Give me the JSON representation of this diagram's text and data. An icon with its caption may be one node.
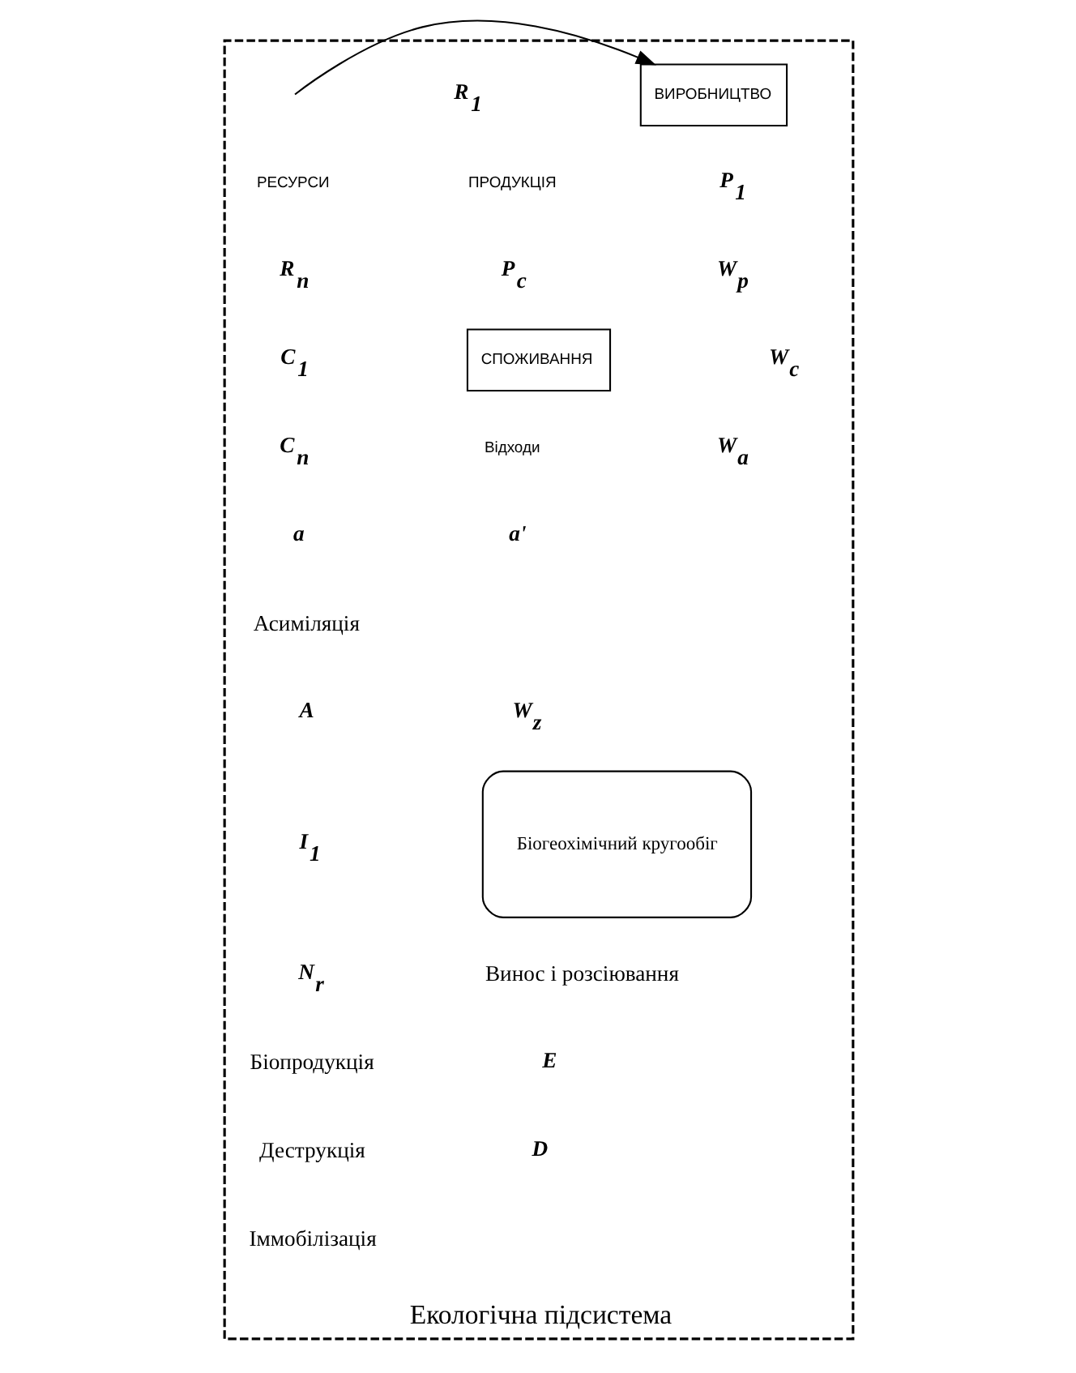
{
  "diagram": {
    "nodes": [
      {
        "text": [
          "Екологічна підсистема"
        ]
      },
      {
        "text": [
          "ВИРОБНИЦТВО"
        ],
        "in": 0
      },
      {
        "text": [
          "СПОЖИВАННЯ"
        ],
        "in": 0
      },
      {
        "text": [
          "Біогеохімічний кругообіг"
        ],
        "in": 0
      }
    ],
    "edges": [
      {
        "from": null,
        "to": 1,
        "arrow": "to"
      }
    ],
    "labels": [
      "R$_{1}$",
      "РЕСУРСИ",
      "ПРОДУКЦІЯ",
      "R$_{n}$",
      "P$_{c}$",
      "W$_{p}$",
      "P$_{1}$",
      "C$_{1}$",
      "W$_{c}$",
      "C$_{n}$",
      "Відходи",
      "W$_{a}$",
      "a",
      "a'",
      "Асиміляція",
      "A",
      "I$_{1}$",
      "W$_{z}$",
      "N$_{r}$",
      "Біопродукція",
      "Винос і розсіювання",
      "Деструкція",
      "E",
      "D",
      "Іммобілізація"
    ]
  }
}
